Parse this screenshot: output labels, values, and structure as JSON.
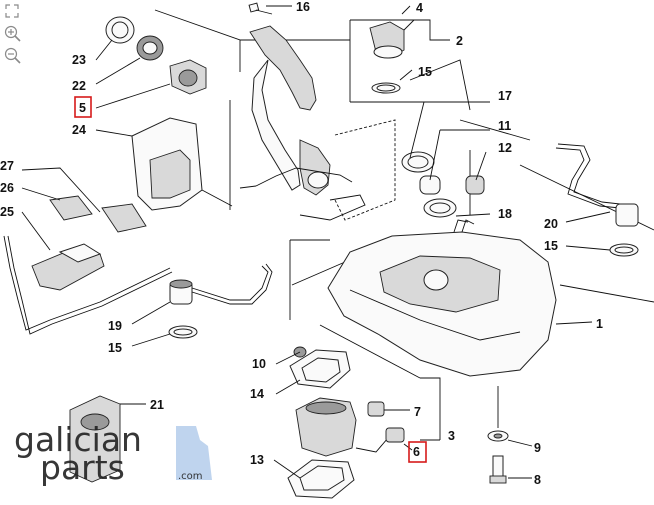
{
  "toolbar": {
    "buttons": [
      {
        "name": "fit-view-icon"
      },
      {
        "name": "zoom-in-icon"
      },
      {
        "name": "zoom-out-icon"
      }
    ]
  },
  "diagram": {
    "callouts": [
      {
        "id": "1",
        "text": "1",
        "highlighted": false
      },
      {
        "id": "2",
        "text": "2",
        "highlighted": false
      },
      {
        "id": "3",
        "text": "3",
        "highlighted": false
      },
      {
        "id": "4",
        "text": "4",
        "highlighted": false
      },
      {
        "id": "5",
        "text": "5",
        "highlighted": true
      },
      {
        "id": "6",
        "text": "6",
        "highlighted": true
      },
      {
        "id": "7",
        "text": "7",
        "highlighted": false
      },
      {
        "id": "8",
        "text": "8",
        "highlighted": false
      },
      {
        "id": "9",
        "text": "9",
        "highlighted": false
      },
      {
        "id": "10",
        "text": "10",
        "highlighted": false
      },
      {
        "id": "11",
        "text": "11",
        "highlighted": false
      },
      {
        "id": "12",
        "text": "12",
        "highlighted": false
      },
      {
        "id": "13",
        "text": "13",
        "highlighted": false
      },
      {
        "id": "14",
        "text": "14",
        "highlighted": false
      },
      {
        "id": "15a",
        "text": "15",
        "highlighted": false
      },
      {
        "id": "15b",
        "text": "15",
        "highlighted": false
      },
      {
        "id": "15c",
        "text": "15",
        "highlighted": false
      },
      {
        "id": "16",
        "text": "16",
        "highlighted": false
      },
      {
        "id": "17",
        "text": "17",
        "highlighted": false
      },
      {
        "id": "18",
        "text": "18",
        "highlighted": false
      },
      {
        "id": "19",
        "text": "19",
        "highlighted": false
      },
      {
        "id": "20",
        "text": "20",
        "highlighted": false
      },
      {
        "id": "21",
        "text": "21",
        "highlighted": false
      },
      {
        "id": "22",
        "text": "22",
        "highlighted": false
      },
      {
        "id": "23",
        "text": "23",
        "highlighted": false
      },
      {
        "id": "24",
        "text": "24",
        "highlighted": false
      },
      {
        "id": "25",
        "text": "25",
        "highlighted": false
      },
      {
        "id": "26",
        "text": "26",
        "highlighted": false
      },
      {
        "id": "27",
        "text": "27",
        "highlighted": false
      }
    ],
    "highlight_color": "#d61a1a"
  },
  "watermark": {
    "line1": "galician",
    "line2": "parts",
    "suffix": ".com",
    "text_color": "#222222",
    "accent_color": "#a9c6e8"
  }
}
